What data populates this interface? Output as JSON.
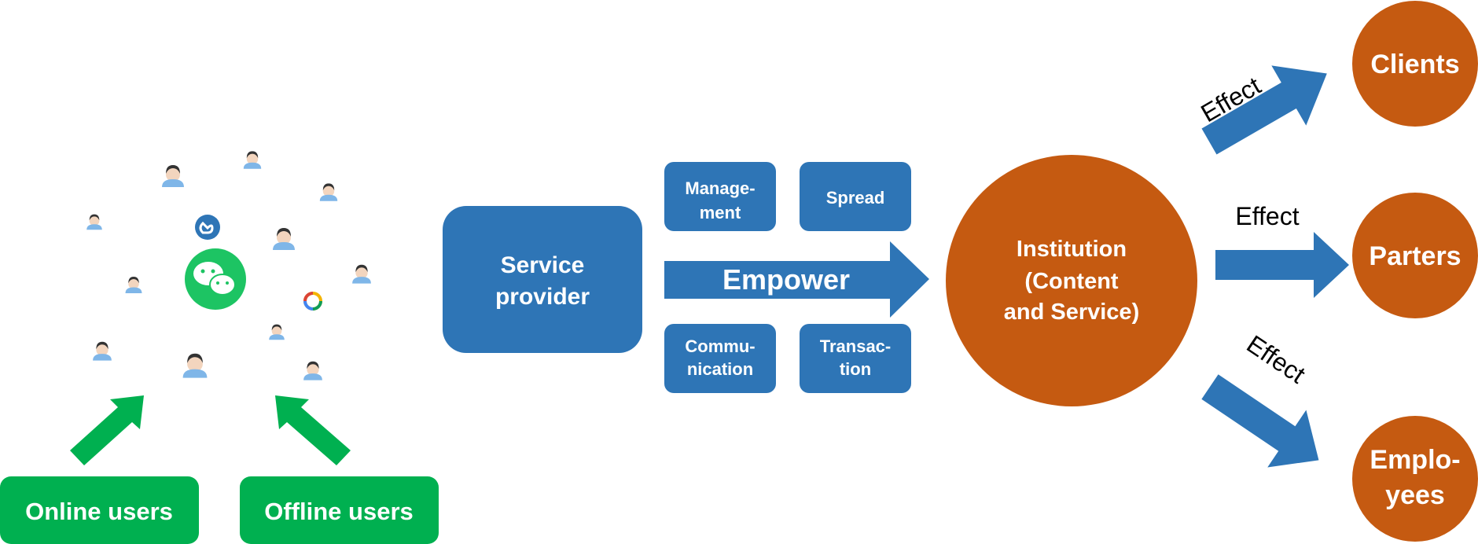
{
  "colors": {
    "blue": "#2E75B6",
    "orange": "#C55A11",
    "green": "#00B050",
    "avatar_blue": "#7FB6E8",
    "wechat_green": "#1DC463"
  },
  "users": {
    "online_label": "Online users",
    "offline_label": "Offline users"
  },
  "service_provider": {
    "line1": "Service",
    "line2": "provider"
  },
  "functions": {
    "management": [
      "Manage-",
      "ment"
    ],
    "spread": "Spread",
    "communication": [
      "Commu-",
      "nication"
    ],
    "transaction": [
      "Transac-",
      "tion"
    ]
  },
  "empower_label": "Empower",
  "institution": {
    "line1": "Institution",
    "line2": "(Content",
    "line3": "and Service)"
  },
  "effects": [
    "Effect",
    "Effect",
    "Effect"
  ],
  "targets": {
    "clients": "Clients",
    "parters": "Parters",
    "employees": [
      "Emplo-",
      "yees"
    ]
  },
  "icons": [
    "wechat-icon",
    "mini-program-icon",
    "pinwheel-icon",
    "person-avatar-icon"
  ]
}
